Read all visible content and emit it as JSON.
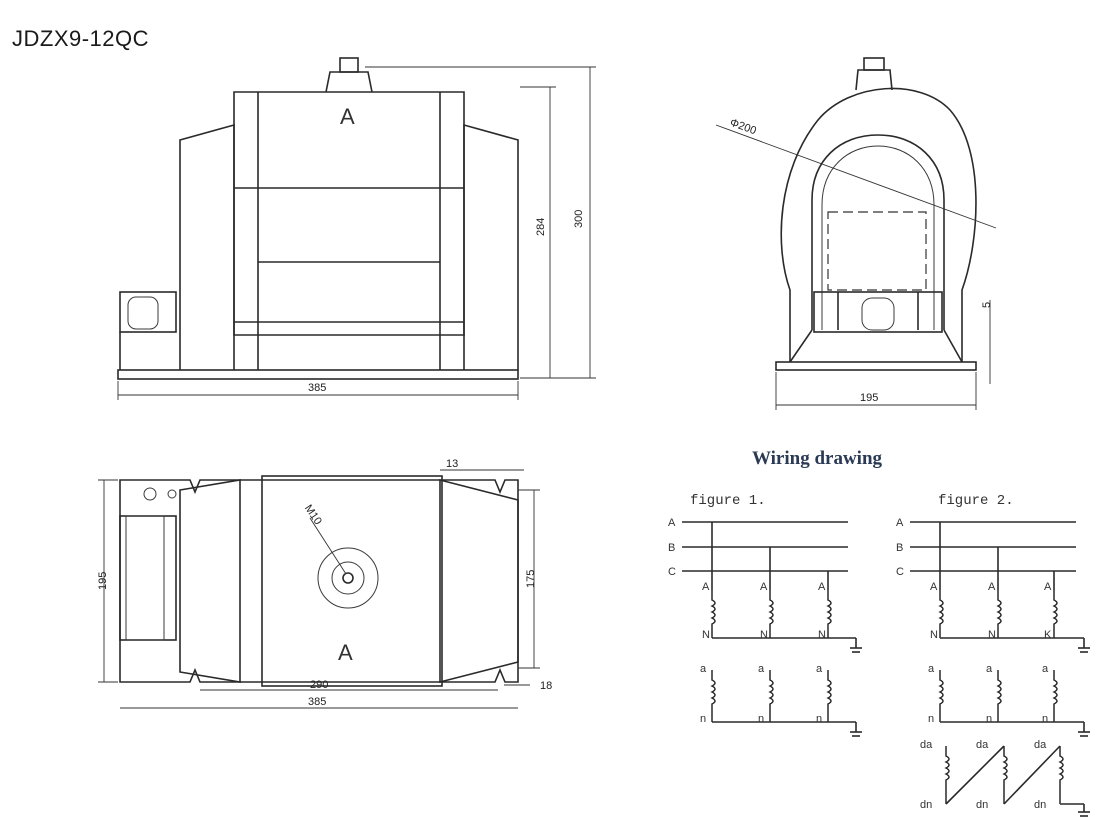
{
  "title": "JDZX9-12QC",
  "front_view": {
    "phase_label": "A",
    "dims": {
      "width": "385",
      "height_inner": "284",
      "height_outer": "300"
    }
  },
  "side_view": {
    "diameter": "Φ200",
    "dims": {
      "width": "195",
      "base": "5"
    }
  },
  "top_view": {
    "phase_label": "A",
    "bolt_label": "M10",
    "dims": {
      "top_gap": "13",
      "height_left": "195",
      "height_right": "175",
      "bottom_gap": "18",
      "hole_span": "290",
      "width": "385"
    }
  },
  "wiring": {
    "title": "Wiring drawing",
    "figure1": {
      "label": "figure 1.",
      "buses": [
        "A",
        "B",
        "C"
      ],
      "primary_top": [
        "A",
        "A",
        "A"
      ],
      "primary_bottom": [
        "N",
        "N",
        "N"
      ],
      "secondary_top": [
        "a",
        "a",
        "a"
      ],
      "secondary_bottom": [
        "n",
        "n",
        "n"
      ]
    },
    "figure2": {
      "label": "figure 2.",
      "buses": [
        "A",
        "B",
        "C"
      ],
      "primary_top": [
        "A",
        "A",
        "A"
      ],
      "primary_bottom": [
        "N",
        "N",
        "K"
      ],
      "secondary_top": [
        "a",
        "a",
        "a"
      ],
      "secondary_bottom": [
        "n",
        "n",
        "n"
      ],
      "tertiary_top": [
        "da",
        "da",
        "da"
      ],
      "tertiary_bottom": [
        "dn",
        "dn",
        "dn"
      ]
    }
  }
}
